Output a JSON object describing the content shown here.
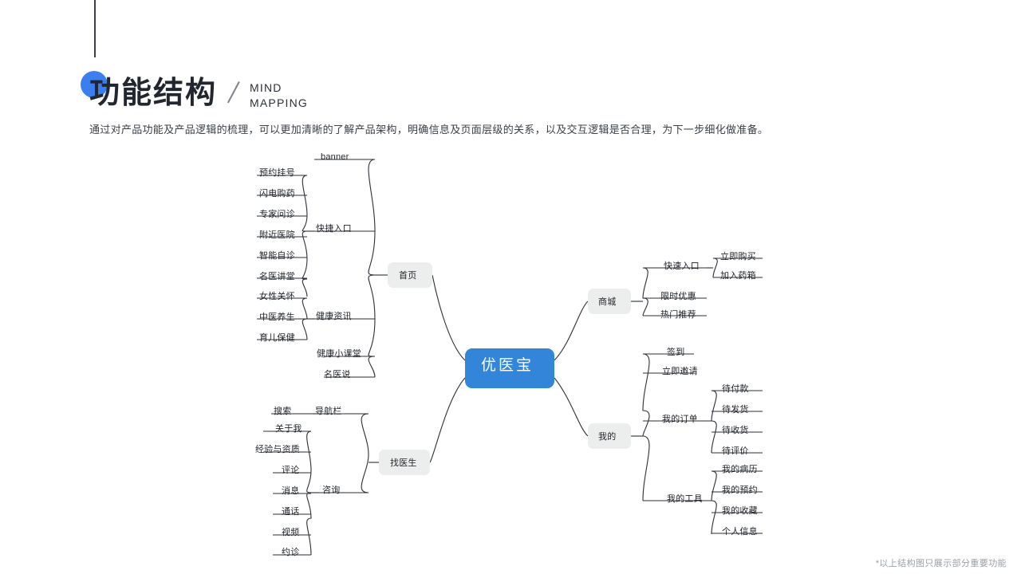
{
  "header": {
    "title": "功能结构",
    "eng_line1": "MIND",
    "eng_line2": "MAPPING",
    "subtitle": "通过对产品功能及产品逻辑的梳理，可以更加清晰的了解产品架构，明确信息及页面层级的关系，以及交互逻辑是否合理，为下一步细化做准备。",
    "footnote": "*以上结构图只展示部分重要功能",
    "accent_color": "#3a7ef0"
  },
  "mindmap": {
    "root": {
      "label": "优医宝",
      "color": "#3285d8",
      "text_color": "#ffffff"
    },
    "branch_color": "#eceded",
    "line_color": "#2b2f36",
    "nodes": {
      "home": "首页",
      "quick_entry": "快捷入口",
      "banner": "banner",
      "health_info": "健康资讯",
      "health_class": "健康小课堂",
      "famous_doctor_talk": "名医说",
      "appointment_registration": "预约挂号",
      "lightning_buy_medicine": "闪电购药",
      "expert_consultation": "专家问诊",
      "nearby_hospital": "附近医院",
      "smart_self_diagnosis": "智能自诊",
      "famous_doctor_lecture": "名医讲堂",
      "women_care": "女性关怀",
      "tcm_health": "中医养生",
      "child_care": "育儿保健",
      "find_doctor": "找医生",
      "nav_bar": "导航栏",
      "search": "搜索",
      "consult": "咨询",
      "about_me": "关于我",
      "experience_qualification": "经验与资质",
      "comment": "评论",
      "message": "消息",
      "call": "通话",
      "video": "视频",
      "book_visit": "约诊",
      "mall": "商城",
      "fast_entry": "快速入口",
      "buy_now": "立即购买",
      "add_medicine_box": "加入药箱",
      "limited_discount": "限时优惠",
      "hot_recommend": "热门推荐",
      "mine": "我的",
      "check_in": "签到",
      "invite_now": "立即邀请",
      "my_orders": "我的订单",
      "pending_payment": "待付款",
      "pending_shipment": "待发货",
      "pending_receipt": "待收货",
      "pending_review": "待评价",
      "my_tools": "我的工具",
      "my_records": "我的病历",
      "my_appointments": "我的预约",
      "my_favorites": "我的收藏",
      "personal_info": "个人信息"
    }
  }
}
